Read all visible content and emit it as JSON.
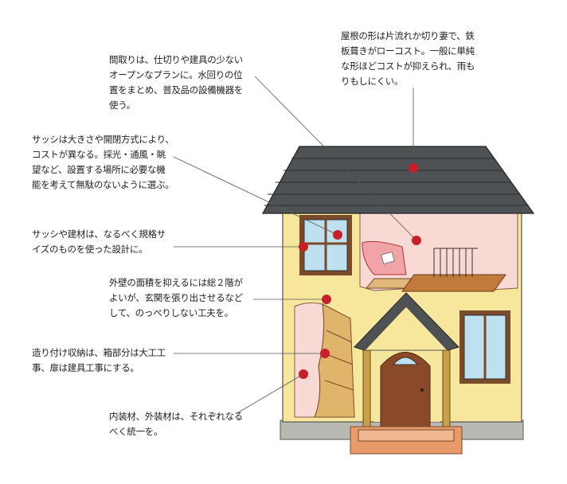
{
  "notes": {
    "layout": {
      "lines": [
        "間取りは、仕切りや建具の少ない",
        "オープンなプランに。水回りの位",
        "置をまとめ、普及品の設備機器を",
        "使う。"
      ]
    },
    "roof": {
      "lines": [
        "屋根の形は片流れか切り妻で、鉄",
        "板葺きがローコスト。一般に単純",
        "な形ほどコストが抑えられ、雨も",
        "りもしにくい。"
      ]
    },
    "sash": {
      "lines": [
        "サッシは大きさや開閉方式により、",
        "コストが異なる。採光・通風・眺",
        "望など、設置する場所に必要な機",
        "能を考えて無駄のないように選ぶ。"
      ]
    },
    "standard": {
      "lines": [
        "サッシや建材は、なるべく規格サ",
        "イズのものを使った設計に。"
      ]
    },
    "wall": {
      "lines": [
        "外壁の面積を抑えるには総２階が",
        "よいが、玄関を張り出させるなど",
        "して、のっぺりしない工夫を。"
      ]
    },
    "storage": {
      "lines": [
        "造り付け収納は、箱部分は大工工",
        "事、扉は建具工事にする。"
      ]
    },
    "material": {
      "lines": [
        "内装材、外装材は、それぞれなる",
        "べく統一を。"
      ]
    }
  },
  "colors": {
    "marker": "#c8202a",
    "wall": "#f6e79c",
    "roof": "#4f5254",
    "interior": "#f8d9d4",
    "door": "#8a4a2a",
    "line": "#555555"
  }
}
